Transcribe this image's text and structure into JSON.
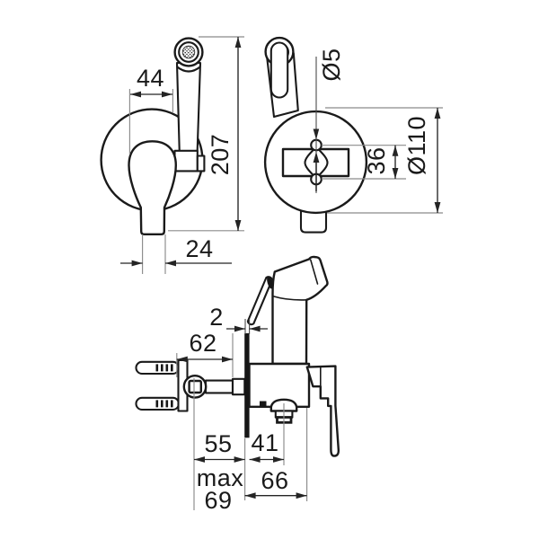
{
  "drawing": {
    "description": "bidet-hand-shower-mixer-technical-drawing",
    "front_view": {
      "handle_width_top": "44",
      "total_height": "207",
      "handle_bottom_offset": "24"
    },
    "back_view": {
      "screw_hole_diameter": "Ø5",
      "screw_hole_spacing": "36",
      "wall_plate_diameter": "Ø110"
    },
    "side_view": {
      "plate_thickness": "2",
      "concealed_body_depth": "62",
      "wall_to_plate_depth": "55",
      "plate_to_outlet": "41",
      "max_label": "max",
      "max_depth_value": "69",
      "front_projection": "66"
    },
    "colors": {
      "line": "#1a1a1a",
      "dimension": "#242424",
      "extension": "#8b8b8b",
      "background": "#ffffff"
    }
  }
}
